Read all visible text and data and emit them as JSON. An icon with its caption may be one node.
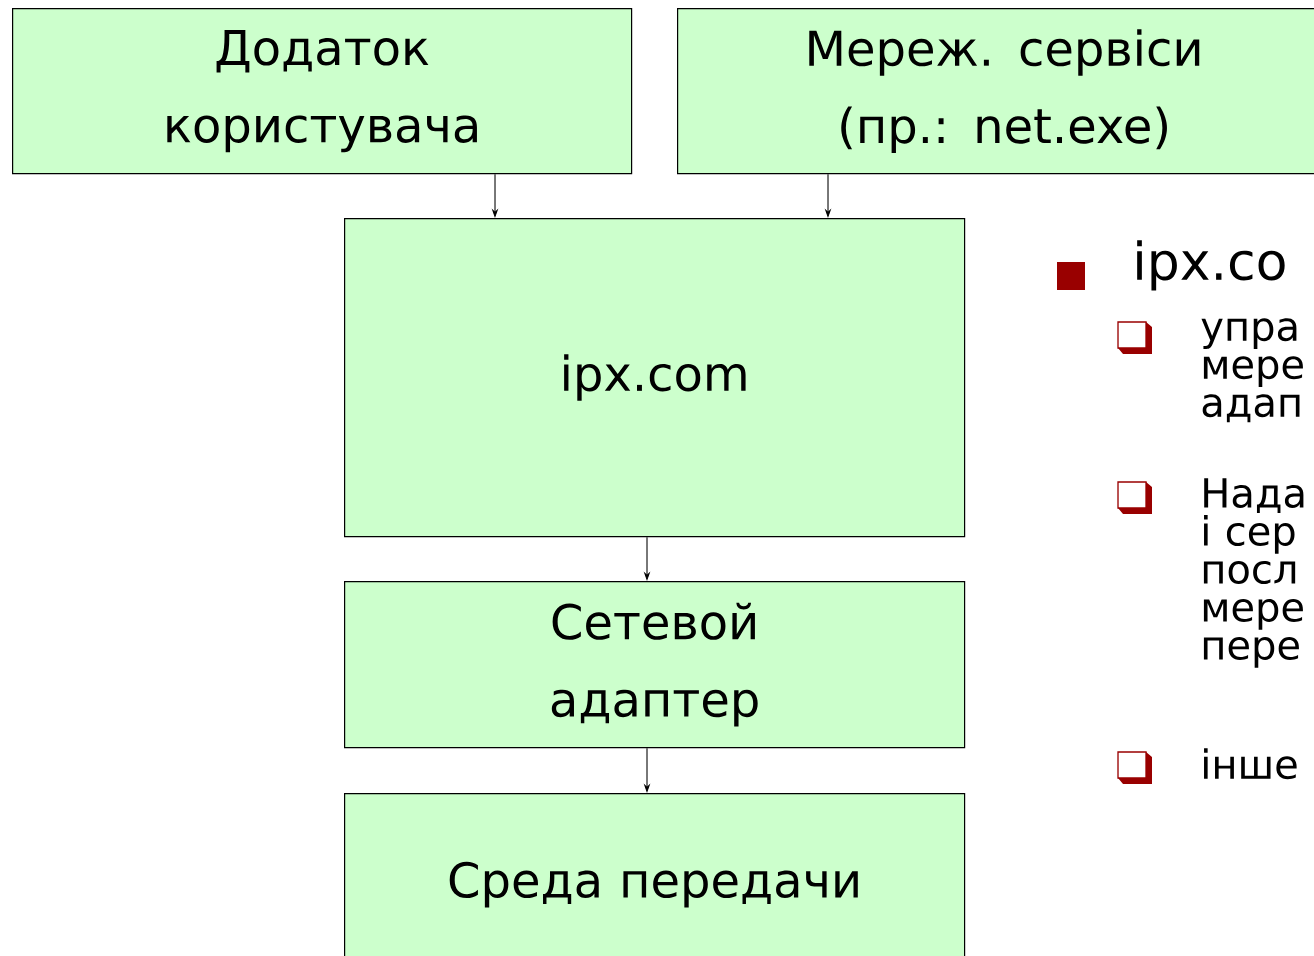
{
  "diagram": {
    "nodes": [
      {
        "text": [
          "Додаток користувача"
        ]
      },
      {
        "text": [
          "Мереж. сервіси (пр.: net.exe)"
        ]
      },
      {
        "text": [
          "ipx.com"
        ]
      },
      {
        "text": [
          "Сетевой адаптер"
        ]
      },
      {
        "text": [
          "Среда передачи"
        ]
      }
    ],
    "edges": [
      {
        "from": 0,
        "to": 2,
        "arrow": "to"
      },
      {
        "from": 1,
        "to": 2,
        "arrow": "to"
      },
      {
        "from": 2,
        "to": 3,
        "arrow": "to"
      },
      {
        "from": 3,
        "to": 4,
        "arrow": "to"
      }
    ],
    "labels": [
      "ipx.co",
      "упра мере адап",
      "Нада і сер посл мере пере",
      "інше"
    ]
  }
}
